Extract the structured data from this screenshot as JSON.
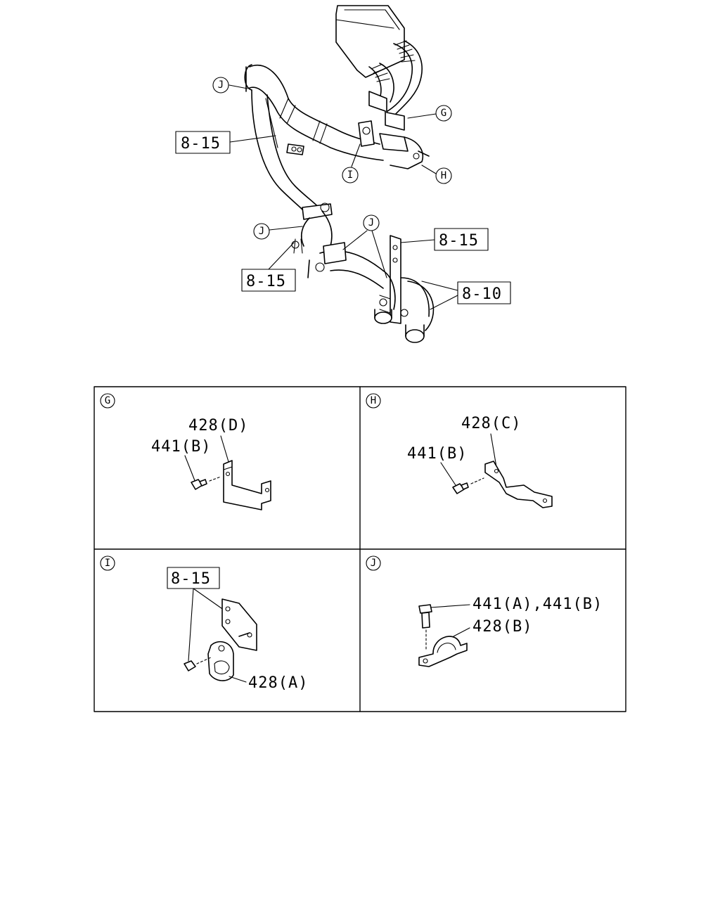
{
  "main_diagram": {
    "callouts": [
      "J",
      "G",
      "I",
      "H",
      "J",
      "J"
    ],
    "refs": [
      "8-15",
      "8-15",
      "8-15",
      "8-10"
    ]
  },
  "panels": [
    {
      "id": "G",
      "labels": [
        "428(D)",
        "441(B)"
      ]
    },
    {
      "id": "H",
      "labels": [
        "428(C)",
        "441(B)"
      ]
    },
    {
      "id": "I",
      "labels": [
        "8-15",
        "428(A)"
      ]
    },
    {
      "id": "J",
      "labels": [
        "441(A),441(B)",
        "428(B)"
      ]
    }
  ]
}
